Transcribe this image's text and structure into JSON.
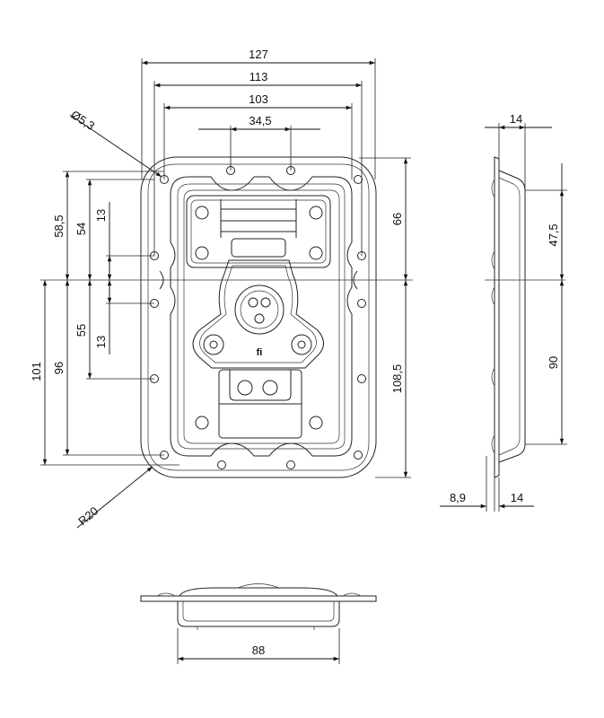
{
  "front_view": {
    "dimensions": {
      "width_127": "127",
      "width_113": "113",
      "width_103": "103",
      "width_34_5": "34,5",
      "hole_dia": "Ø5,3",
      "height_58_5": "58,5",
      "height_54": "54",
      "height_13_top": "13",
      "height_55": "55",
      "height_13_bottom": "13",
      "height_101": "101",
      "height_96": "96",
      "height_66": "66",
      "height_108_5": "108,5",
      "radius": "R20"
    },
    "logo_text": "fi"
  },
  "side_view": {
    "dimensions": {
      "depth_14": "14",
      "height_47_5": "47,5",
      "height_90": "90",
      "flange_8_9": "8,9",
      "flange_14": "14"
    }
  },
  "bottom_view": {
    "dimensions": {
      "width_88": "88"
    }
  },
  "colors": {
    "line": "#222222",
    "background": "#ffffff"
  }
}
